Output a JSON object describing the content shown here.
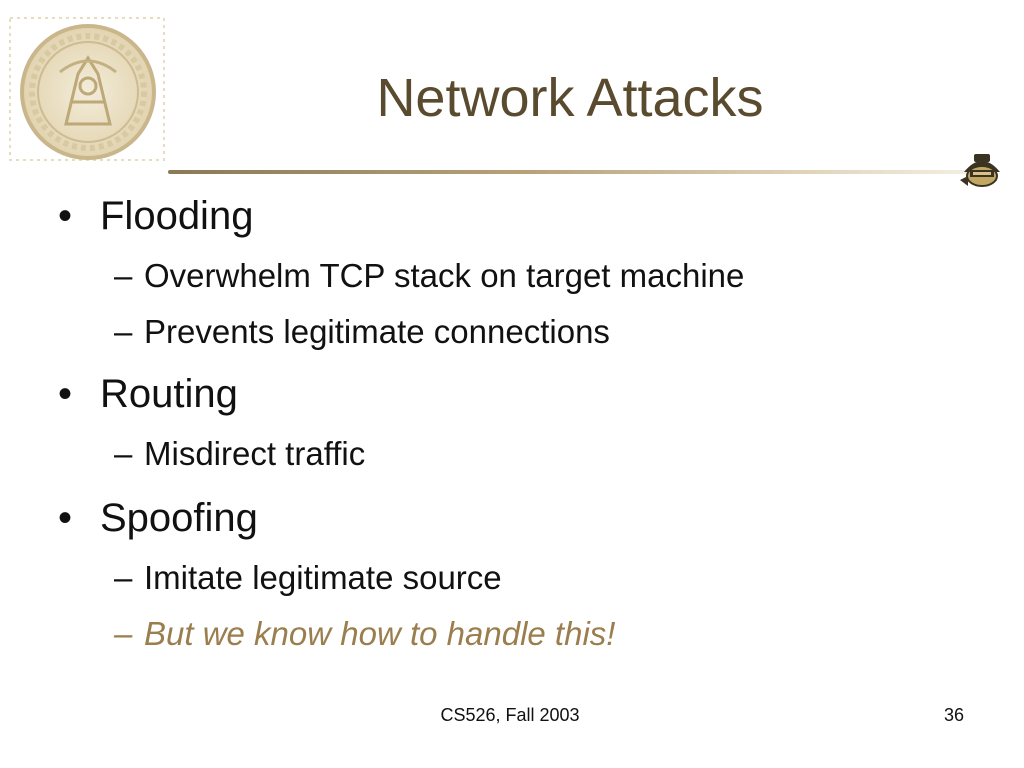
{
  "slide": {
    "title": "Network Attacks",
    "bullets": [
      {
        "text": "Flooding",
        "subitems": [
          {
            "text": "Overwhelm TCP stack on target machine",
            "emphasis": false
          },
          {
            "text": "Prevents legitimate connections",
            "emphasis": false
          }
        ]
      },
      {
        "text": "Routing",
        "subitems": [
          {
            "text": "Misdirect traffic",
            "emphasis": false
          }
        ]
      },
      {
        "text": "Spoofing",
        "subitems": [
          {
            "text": "Imitate legitimate source",
            "emphasis": false
          },
          {
            "text": "But we know how to handle this!",
            "emphasis": true
          }
        ]
      }
    ],
    "footer": {
      "course": "CS526, Fall 2003",
      "page_number": "36"
    }
  },
  "icons": {
    "seal": "purdue-university-seal-icon",
    "mascot": "purdue-pete-mascot-icon"
  },
  "colors": {
    "title": "#5a4a2e",
    "accent": "#9a7e4e",
    "rule": "#b8a27a",
    "text": "#111111",
    "background": "#ffffff"
  }
}
